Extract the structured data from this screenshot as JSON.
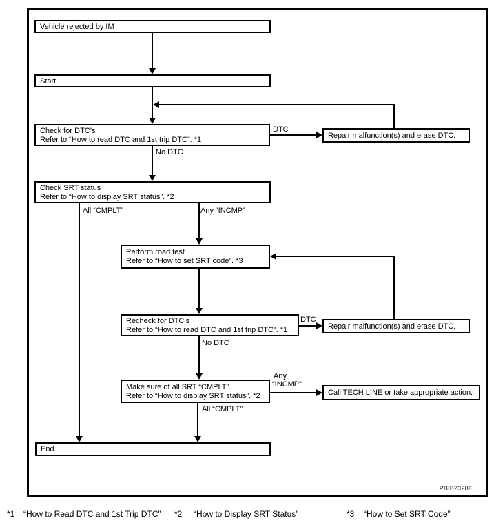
{
  "figure": {
    "code": "PBIB2320E",
    "nodes": {
      "vehicle_rejected": "Vehicle rejected by IM",
      "start": "Start",
      "check_dtc": {
        "l1": "Check for DTC’s",
        "l2": "Refer to “How to read DTC and 1st trip DTC”. *1"
      },
      "repair_first": "Repair malfunction(s) and erase DTC.",
      "check_srt": {
        "l1": "Check SRT status",
        "l2": "Refer to “How to display SRT status”. *2"
      },
      "road_test": {
        "l1": "Perform road test",
        "l2": "Refer to “How to set SRT code”. *3"
      },
      "recheck_dtc": {
        "l1": "Recheck for DTC’s",
        "l2": "Refer to “How to read DTC and 1st trip DTC”. *1"
      },
      "repair_second": "Repair malfunction(s) and erase DTC.",
      "make_sure": {
        "l1": "Make sure of all SRT “CMPLT”.",
        "l2": "Refer to “How to display SRT status”. *2"
      },
      "call_tech": "Call TECH LINE or take appropriate action.",
      "end": "End"
    },
    "labels": {
      "dtc_first": "DTC",
      "no_dtc_first": "No DTC",
      "all_cmplt_first": "All “CMPLT”",
      "any_incmp_first": "Any “INCMP”",
      "dtc_second": "DTC",
      "no_dtc_second": "No DTC",
      "any_second_l1": "Any",
      "any_second_l2": "“INCMP”",
      "all_cmplt_second": "All “CMPLT”"
    },
    "footnotes": [
      {
        "ref": "*1",
        "label": "“How to Read DTC and 1st Trip DTC”"
      },
      {
        "ref": "*2",
        "label": "“How to Display SRT Status”"
      },
      {
        "ref": "*3",
        "label": "“How to Set SRT Code”"
      }
    ]
  }
}
